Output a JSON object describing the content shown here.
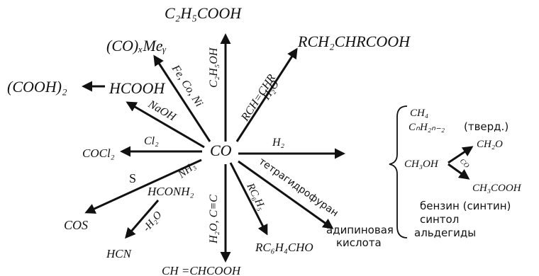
{
  "center": "CO",
  "products": {
    "top": "C₂H₅COOH",
    "carbonyl": "(CO)ₓMeᵧ",
    "acid": "RCH₂CHRCOOH",
    "formic": "HCOOH",
    "oxalic": "(COOH)₂",
    "phosgene": "COCl₂",
    "cos": "COS",
    "hcn": "HCN",
    "formamide": "HCONH₂",
    "acrylic": "CH =CHCOOH",
    "aldehyde": "RC₆H₄CHO",
    "adipic_1": "адипиновая",
    "adipic_2": "кислота"
  },
  "reagents": {
    "ethanol": "C₂H₅OH",
    "metals": "Fe, Co, Ni",
    "olefin": "RCH=CHR",
    "water": "H₂O",
    "naoh": "NaOH",
    "chlorine": "Cl₂",
    "sulfur": "S",
    "ammonia": "NH₃",
    "dehydration": "-H₂O",
    "acetylene": "H₂O, C≡C",
    "arene": "RC₆H₅",
    "thf": "тетрагидрофуран",
    "hydrogen": "H₂"
  },
  "hydrogenation": {
    "methane": "CH₄",
    "hydrocarbons": "CₙH₂ₙ₋₂",
    "solid": "(тверд.)",
    "methanol": "CH₃OH",
    "formaldehyde": "CH₂O",
    "co_label": "CO",
    "acetic": "CH₃COOH",
    "benzine": "бензин (синтин)",
    "syntol": "синтол",
    "aldehydes": "альдегиды"
  }
}
